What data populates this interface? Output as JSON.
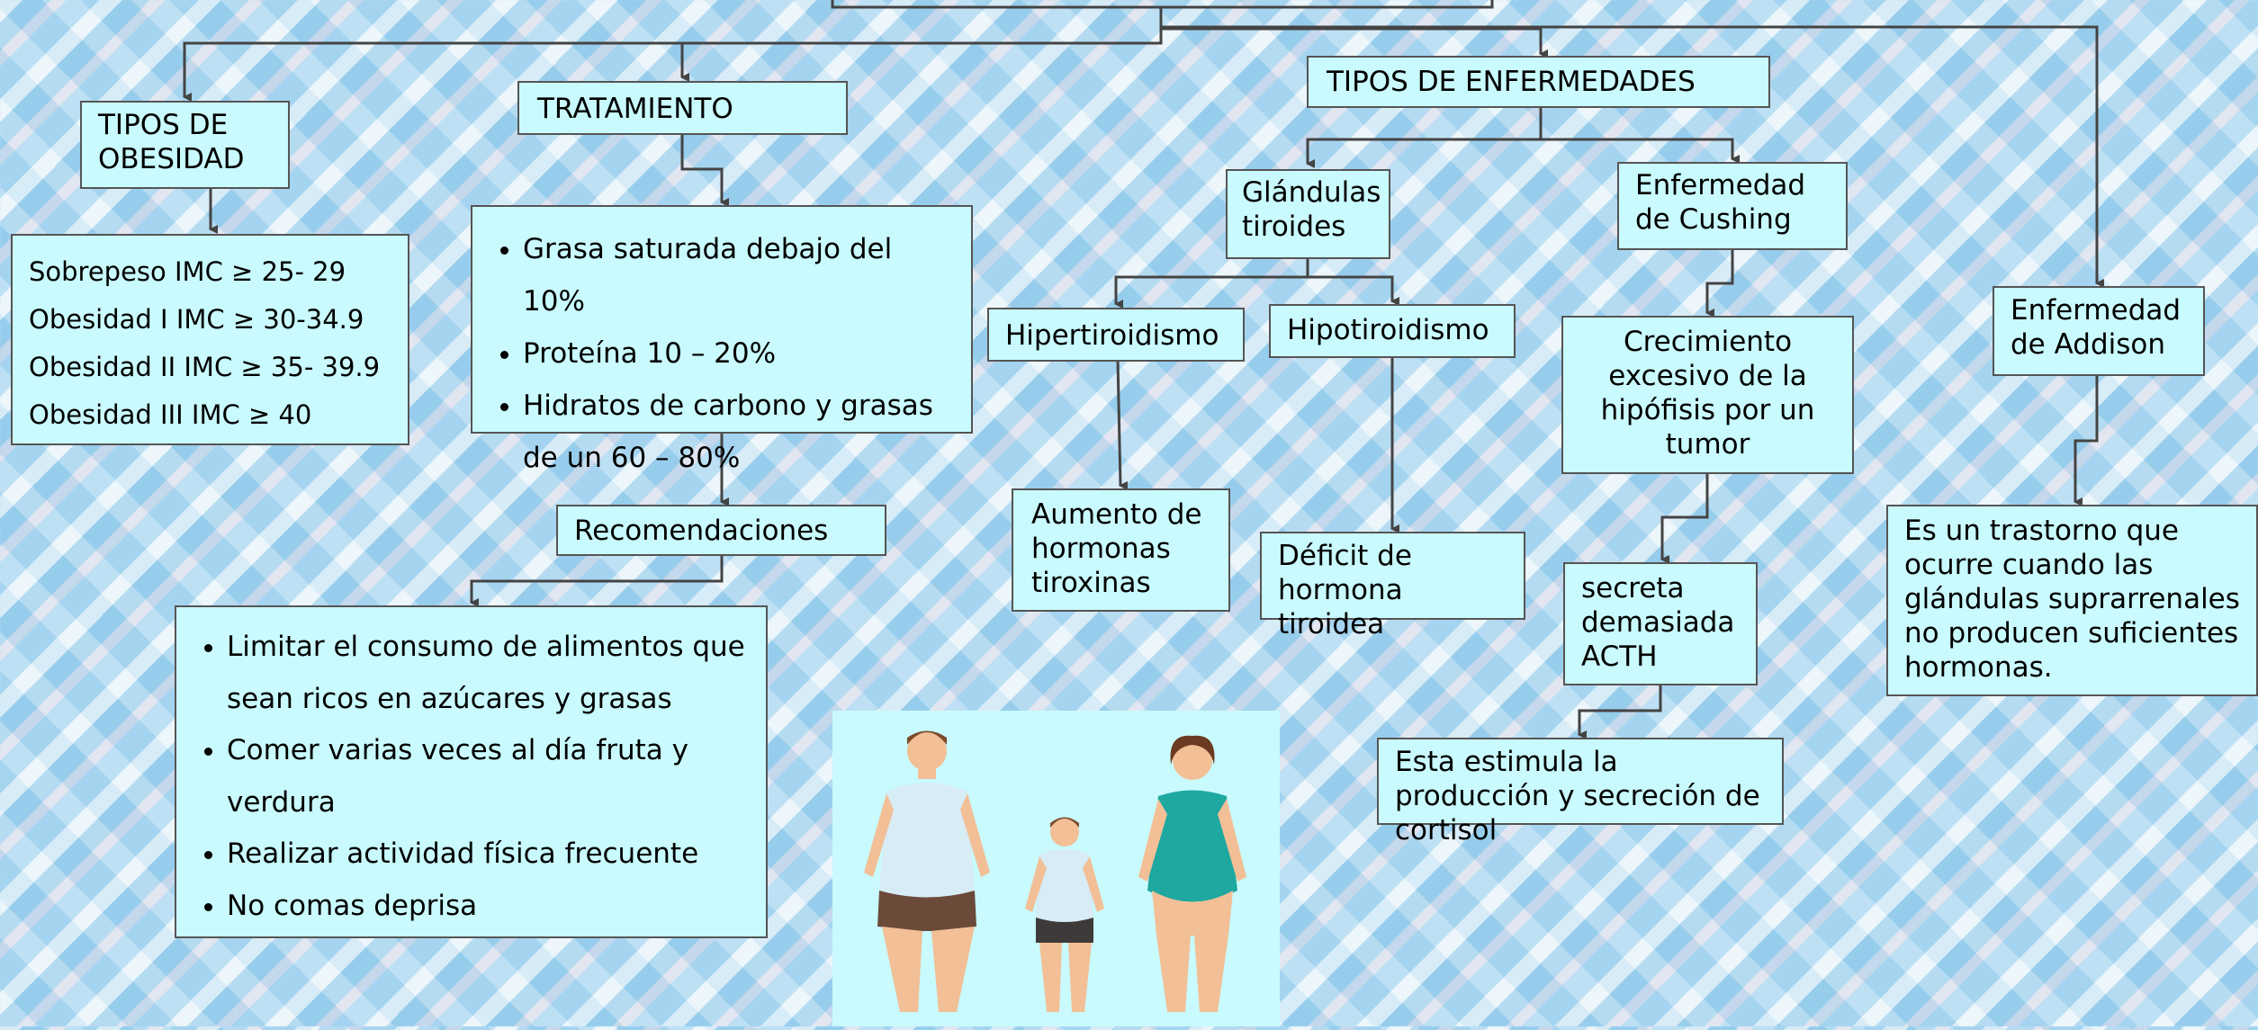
{
  "nodes": {
    "tipos_obesidad": "TIPOS DE OBESIDAD",
    "tratamiento": "TRATAMIENTO",
    "tipos_enfermedades": "TIPOS DE ENFERMEDADES",
    "glandulas_tiroides": "Glándulas tiroides",
    "enfermedad_cushing": "Enfermedad de Cushing",
    "enfermedad_addison": "Enfermedad de Addison",
    "hipertiroidismo": "Hipertiroidismo",
    "hipotiroidismo": "Hipotiroidismo",
    "crecimiento_hipofisis": "Crecimiento excesivo de la hipófisis por un tumor",
    "aumento_hormonas": "Aumento de hormonas tiroxinas",
    "deficit_hormona": "Déficit de hormona tiroidea",
    "secreta_acth": "secreta demasiada ACTH",
    "estimula_cortisol": "Esta estimula la producción y secreción de cortisol",
    "addison_desc": "Es un trastorno que ocurre cuando las glándulas suprarrenales no producen suficientes hormonas.",
    "recomendaciones": "Recomendaciones"
  },
  "obesidad_tipos": [
    "Sobrepeso IMC ≥ 25- 29",
    "Obesidad I IMC ≥ 30-34.9",
    "Obesidad II IMC ≥ 35- 39.9",
    "Obesidad III IMC ≥ 40"
  ],
  "tratamiento_items": [
    "Grasa saturada debajo del 10%",
    "Proteína 10 – 20%",
    "Hidratos de carbono y grasas de un 60 – 80%"
  ],
  "recomendaciones_items": [
    "Limitar el consumo de alimentos que sean ricos en azúcares y grasas",
    "Comer varias veces al día fruta y verdura",
    "Realizar actividad física frecuente",
    "No comas deprisa"
  ],
  "colors": {
    "box_fill": "#c9fafd",
    "border": "#555555",
    "line": "#444444"
  }
}
